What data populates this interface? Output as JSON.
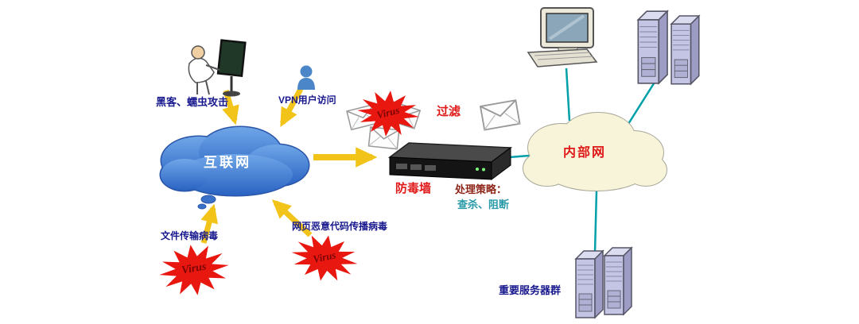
{
  "diagram": {
    "type": "network-security-topology",
    "nodes": {
      "hacker": {
        "label": "黑客、蠕虫攻击"
      },
      "vpn_user": {
        "label": "VPN用户访问"
      },
      "internet": {
        "label": "互联网"
      },
      "filter": {
        "label": "过滤"
      },
      "firewall": {
        "label": "防毒墙"
      },
      "policy": {
        "title": "处理策略：",
        "actions": "查杀、阻断"
      },
      "intranet": {
        "label": "内部网"
      },
      "file_virus": {
        "label": "文件传输病毒"
      },
      "web_virus": {
        "label": "网页恶意代码传播病毒"
      },
      "server_group": {
        "label": "重要服务器群"
      },
      "virus_burst": {
        "label": "Virus"
      }
    },
    "colors": {
      "arrow_yellow": "#f2c41a",
      "link_teal": "#00a0a8",
      "virus_star_red": "#e8170f",
      "virus_text_dark_red": "#7a0505",
      "label_navy": "#18188e",
      "alert_red": "#e01818",
      "policy_teal": "#2a9aa8",
      "internet_cloud_blue": "#4a86d8",
      "intranet_cloud_cream": "#f8f4da"
    }
  }
}
